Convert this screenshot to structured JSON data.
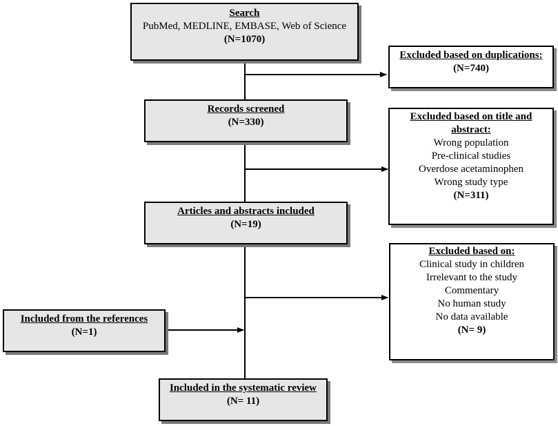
{
  "search": {
    "title": "Search",
    "databases": "PubMed, MEDLINE, EMBASE, Web of Science",
    "count": "(N=1070)"
  },
  "excluded_duplicates": {
    "title": "Excluded based on duplications:",
    "count": "(N=740)"
  },
  "records_screened": {
    "title": "Records screened",
    "count": "(N=330)"
  },
  "excluded_title_abstract": {
    "title_line1": "Excluded based on title and",
    "title_line2": "abstract:",
    "reasons": [
      "Wrong population",
      "Pre-clinical studies",
      "Overdose acetaminophen",
      "Wrong study type"
    ],
    "count": "(N=311)"
  },
  "articles_included": {
    "title": "Articles and abstracts included",
    "count": "(N=19)"
  },
  "excluded_other": {
    "title": "Excluded based on:",
    "reasons": [
      "Clinical  study in children",
      "Irrelevant to the study",
      "Commentary",
      "No human study",
      "No data available"
    ],
    "count": "(N= 9)"
  },
  "included_references": {
    "title": "Included  from the references",
    "count": "(N=1)"
  },
  "systematic_review": {
    "title": "Included in the systematic review",
    "count": "(N= 11)"
  }
}
